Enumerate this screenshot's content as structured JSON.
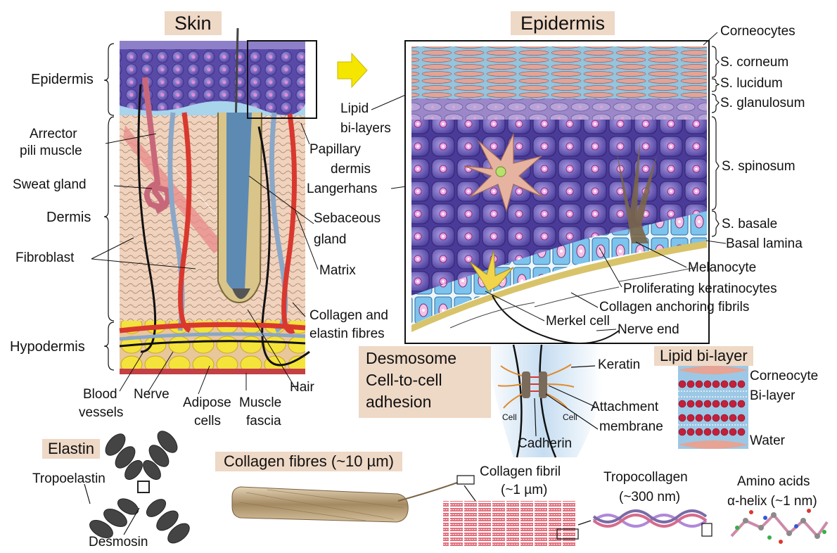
{
  "titles": {
    "skin": "Skin",
    "epidermis": "Epidermis",
    "desmosome": "Desmosome",
    "cell_to_cell": "Cell-to-cell",
    "adhesion": "adhesion",
    "lipid_bilayer": "Lipid bi-layer",
    "elastin": "Elastin",
    "collagen_fibres": "Collagen fibres (~10 µm)"
  },
  "skin_labels": {
    "epidermis": "Epidermis",
    "arrector": "Arrector",
    "pili_muscle": "pili muscle",
    "sweat_gland": "Sweat gland",
    "dermis": "Dermis",
    "fibroblast": "Fibroblast",
    "hypodermis": "Hypodermis",
    "blood": "Blood",
    "vessels": "vessels",
    "nerve": "Nerve",
    "adipose": "Adipose",
    "cells": "cells",
    "muscle": "Muscle",
    "fascia": "fascia",
    "hair": "Hair",
    "lipid": "Lipid",
    "bilayers": "bi-layers",
    "papillary": "Papillary",
    "dermis2": "dermis",
    "langerhans": "Langerhans",
    "sebaceous": "Sebaceous",
    "gland": "gland",
    "matrix": "Matrix",
    "collagen_and": "Collagen and",
    "elastin_fibres": "elastin fibres"
  },
  "epidermis_labels": {
    "corneocytes": "Corneocytes",
    "s_corneum": "S. corneum",
    "s_lucidum": "S. lucidum",
    "s_glanulosum": "S. glanulosum",
    "s_spinosum": "S. spinosum",
    "s_basale": "S. basale",
    "basal_lamina": "Basal lamina",
    "melanocyte": "Melanocyte",
    "proliferating": "Proliferating keratinocytes",
    "anchoring": "Collagen anchoring fibrils",
    "merkel": "Merkel cell",
    "nerve_end": "Nerve end"
  },
  "desmosome_labels": {
    "keratin": "Keratin",
    "attachment": "Attachment",
    "membrane": "membrane",
    "cadherin": "Cadherin",
    "cell_left": "Cell",
    "cell_right": "Cell"
  },
  "lipid_labels": {
    "corneocyte": "Corneocyte",
    "bilayer": "Bi-layer",
    "water": "Water"
  },
  "elastin_labels": {
    "tropoelastin": "Tropoelastin",
    "desmosin": "Desmosin"
  },
  "collagen_labels": {
    "fibril": "Collagen fibril",
    "fibril_size": "(~1 µm)",
    "tropocollagen": "Tropocollagen",
    "tropo_size": "(~300 nm)",
    "amino": "Amino acids",
    "helix": "α-helix (~1 nm)"
  },
  "colors": {
    "label_box": "#eed8c6",
    "cell_purple": "#5a4aa8",
    "dermis": "#f1d2bc",
    "fat": "#f3e03a",
    "vessel_red": "#d9382f",
    "collagen_rope": "#b49a78",
    "arrow": "#f5e600"
  }
}
